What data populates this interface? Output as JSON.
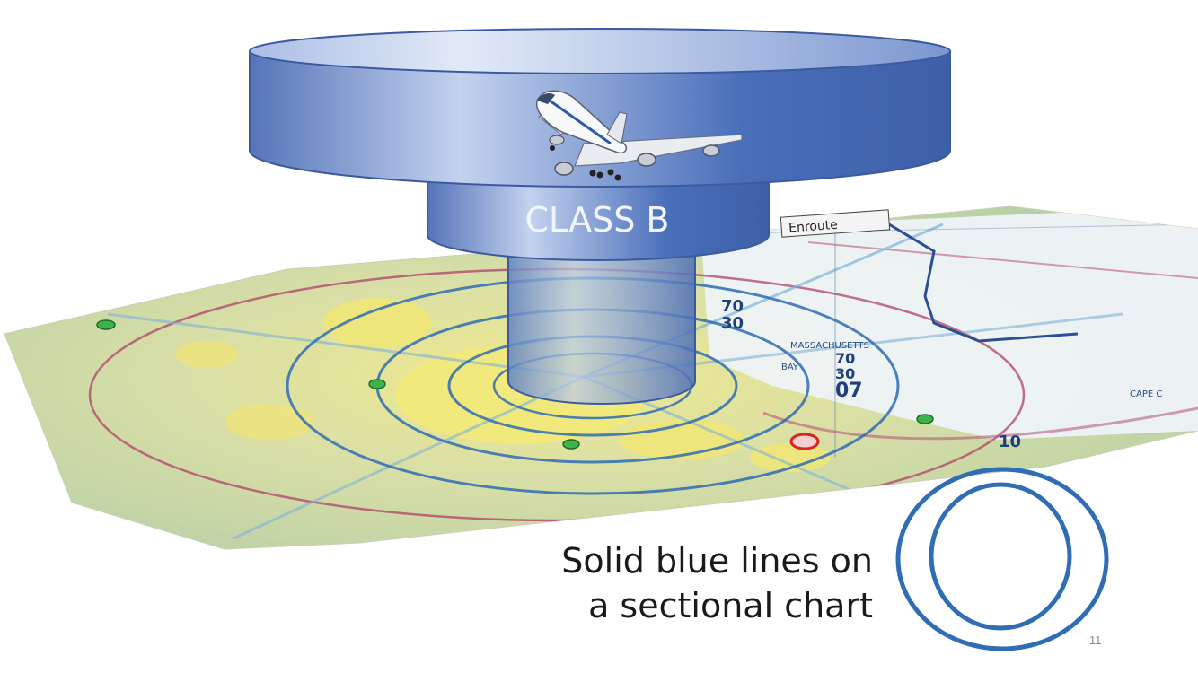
{
  "diagram": {
    "airspace_label": "CLASS B",
    "chart_tab_label": "Enroute",
    "chart_numbers": [
      "70",
      "30",
      "70",
      "30",
      "07",
      "10"
    ],
    "chart_place_labels": [
      "MASSACHUSETTS",
      "BAY",
      "CAPE C"
    ]
  },
  "caption": {
    "line1": "Solid blue lines on",
    "line2": "a sectional chart"
  },
  "slide": {
    "page_number": "11"
  },
  "colors": {
    "cylinder_blue": "#5a82c8",
    "ring_blue": "#2f6db4",
    "map_yellow": "#f3e97a",
    "map_green": "#b8d4a2"
  },
  "icons": [
    "airplane-icon",
    "airport-symbol-icon"
  ]
}
